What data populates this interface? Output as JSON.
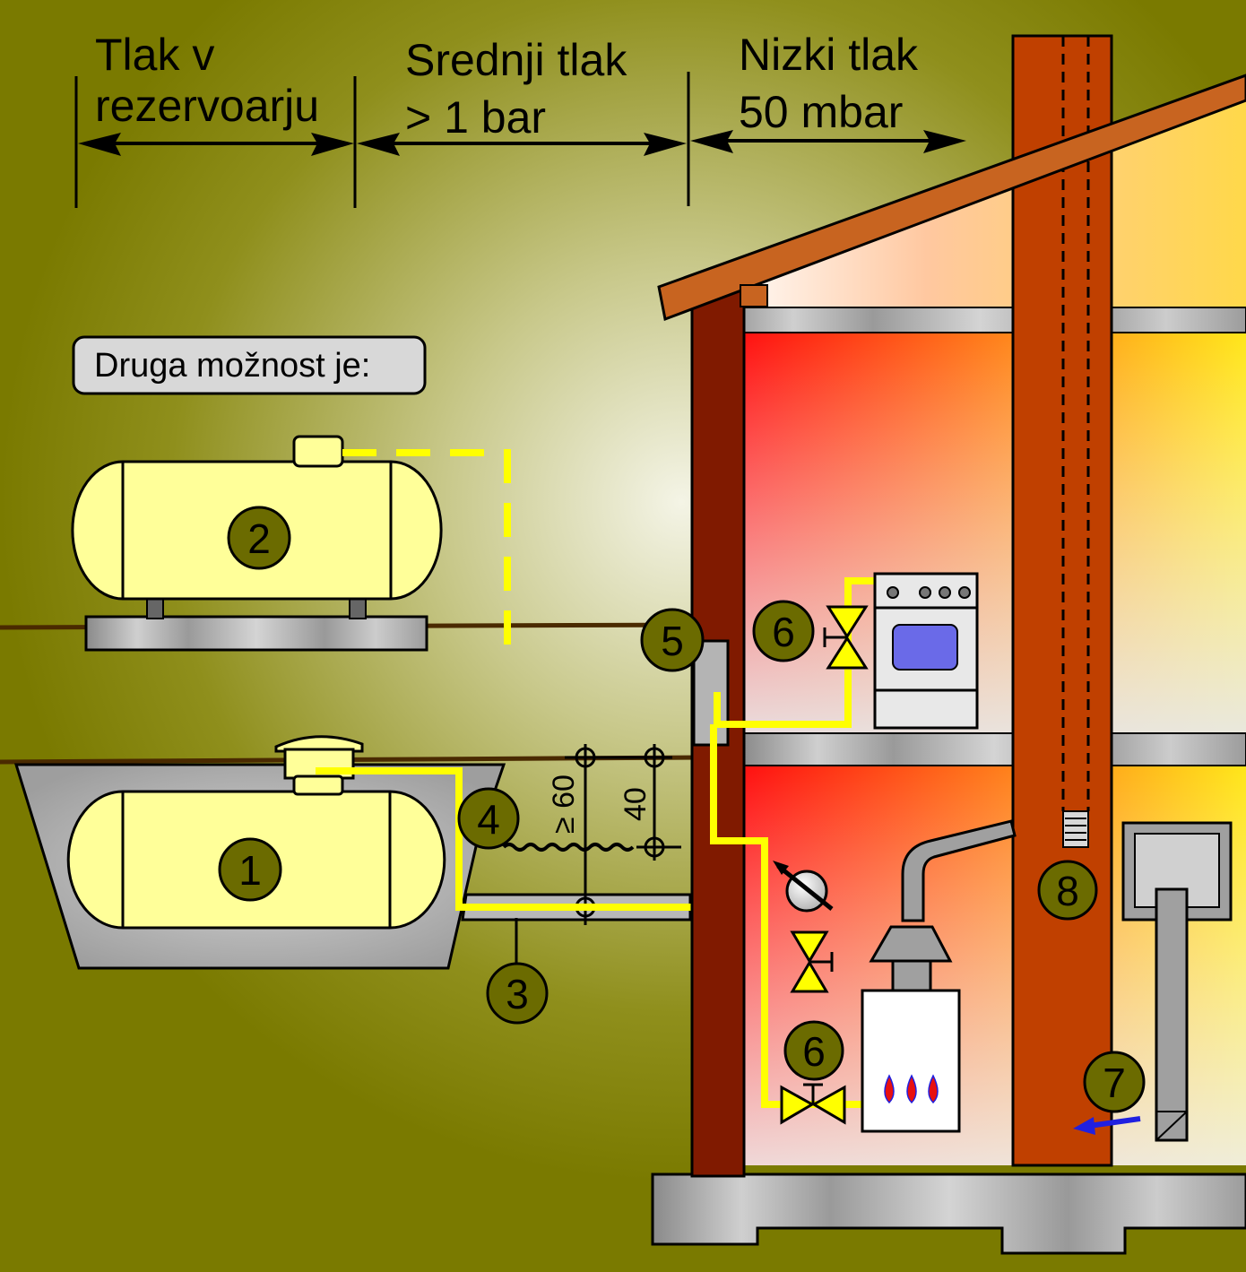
{
  "zones": {
    "tank_pressure": {
      "line1": "Tlak v",
      "line2": "rezervoarju"
    },
    "medium_pressure": {
      "line1": "Srednji tlak",
      "line2": "> 1 bar"
    },
    "low_pressure": {
      "line1": "Nizki tlak",
      "line2": "50 mbar"
    }
  },
  "alternative_label": "Druga možnost je:",
  "callouts": {
    "underground_tank": "1",
    "aboveground_tank": "2",
    "pipe_bed": "3",
    "buried_pipe": "4",
    "regulator_box": "5",
    "valve_stove": "6",
    "valve_boiler": "6",
    "ventilation": "7",
    "chimney_vent": "8"
  },
  "dimensions": {
    "depth_min": "≥ 60",
    "depth_pipe": "40"
  },
  "colors": {
    "background": "#7a7a00",
    "gas_pipe": "#ffff00",
    "tank_fill": "#ffff99",
    "wall": "#801a00",
    "chimney": "#c04000",
    "roof": "#c86420",
    "callout_fill": "#6b6b00",
    "concrete": "#b8b8b8"
  }
}
